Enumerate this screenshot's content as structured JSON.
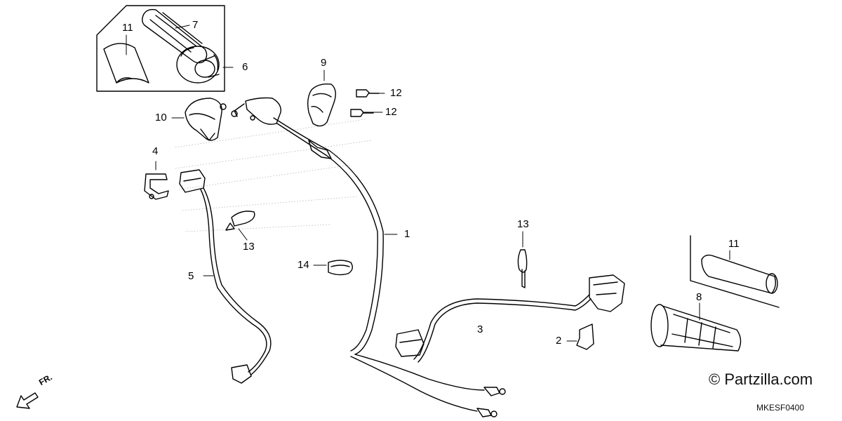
{
  "callouts": {
    "c1": "1",
    "c2": "2",
    "c3": "3",
    "c4": "4",
    "c5": "5",
    "c6": "6",
    "c7": "7",
    "c8": "8",
    "c9": "9",
    "c10": "10",
    "c11a": "11",
    "c11b": "11",
    "c12a": "12",
    "c12b": "12",
    "c13a": "13",
    "c13b": "13",
    "c14": "14"
  },
  "watermark": "© Partzilla.com",
  "diagram_code": "MKESF0400",
  "direction_label": "FR."
}
